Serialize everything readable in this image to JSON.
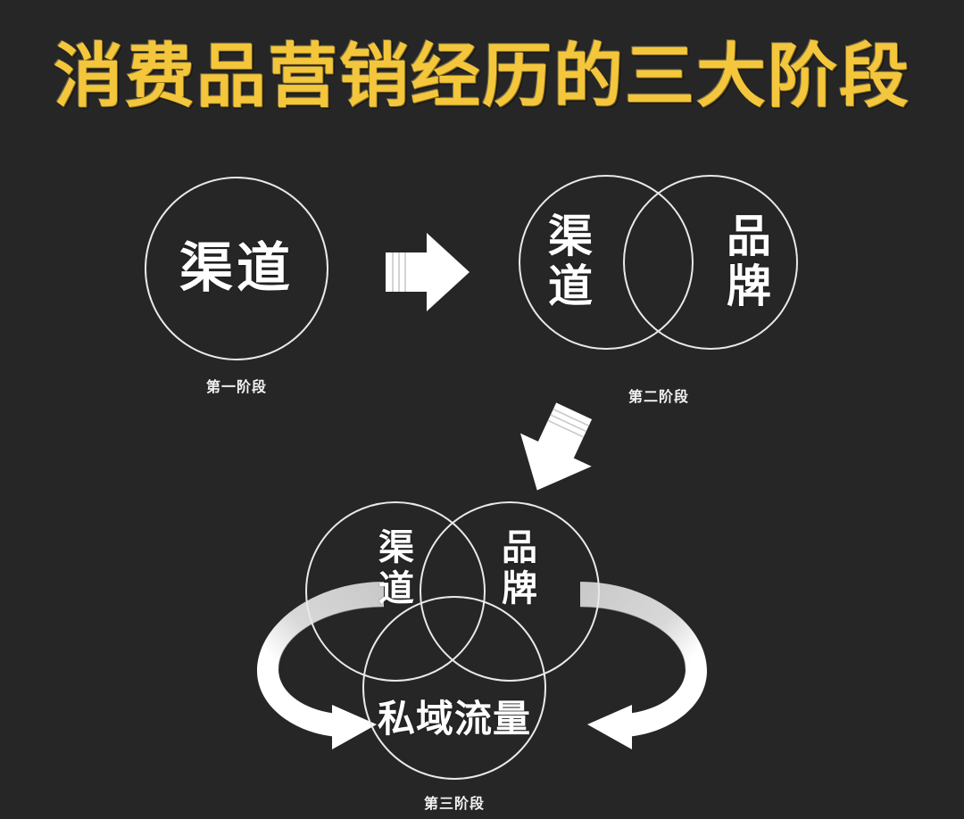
{
  "page": {
    "background_color": "#262626",
    "title": "消费品营销经历的三大阶段",
    "title_color": "#F3C63C"
  },
  "stages": [
    {
      "id": "stage-1",
      "caption": "第一阶段",
      "circles": [
        {
          "label": "渠道",
          "orientation": "horizontal"
        }
      ]
    },
    {
      "id": "stage-2",
      "caption": "第二阶段",
      "circles": [
        {
          "label": "渠道",
          "orientation": "vertical"
        },
        {
          "label": "品牌",
          "orientation": "vertical"
        }
      ]
    },
    {
      "id": "stage-3",
      "caption": "第三阶段",
      "circles": [
        {
          "label": "渠道",
          "orientation": "vertical"
        },
        {
          "label": "品牌",
          "orientation": "vertical"
        },
        {
          "label": "私域流量",
          "orientation": "horizontal"
        }
      ]
    }
  ],
  "arrows": [
    {
      "name": "arrow-stage1-to-stage2",
      "direction": "right",
      "color": "#FFFFFF"
    },
    {
      "name": "arrow-stage2-to-stage3",
      "direction": "down-left",
      "color": "#FFFFFF"
    },
    {
      "name": "curved-arrow-left",
      "direction": "clockwise-inward",
      "color_start": "#C8C8C8",
      "color_end": "#FFFFFF"
    },
    {
      "name": "curved-arrow-right",
      "direction": "counter-clockwise-inward",
      "color_start": "#C8C8C8",
      "color_end": "#FFFFFF"
    }
  ],
  "colors": {
    "stroke": "#E9E9E9",
    "text": "#FFFFFF",
    "ribbon_grey": "#C8C8C8",
    "ribbon_white": "#FFFFFF"
  }
}
